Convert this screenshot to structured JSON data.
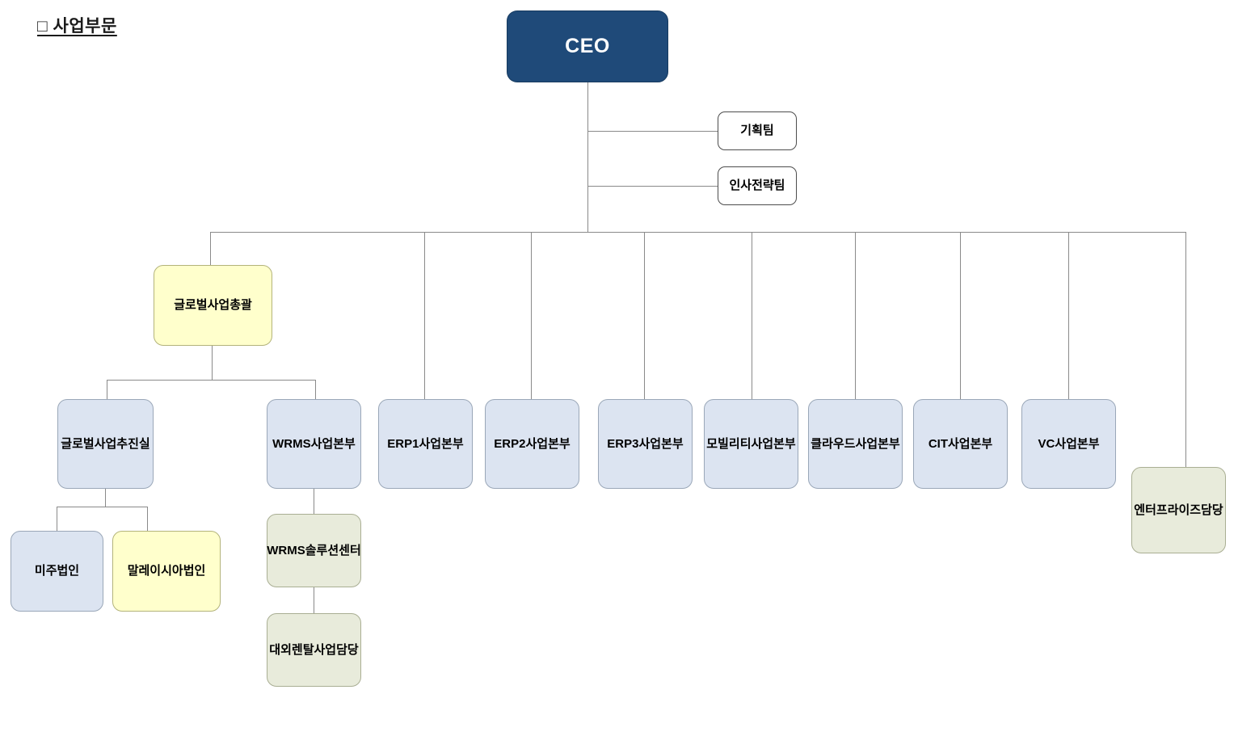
{
  "page": {
    "title": "□ 사업부문",
    "background": "#ffffff"
  },
  "colors": {
    "ceo_fill": "#1F4A79",
    "ceo_text": "#ffffff",
    "division_fill": "#DCE4F1",
    "division_border": "#9aa7b8",
    "highlight_fill": "#FFFFCC",
    "highlight_border": "#B3B37A",
    "support_fill": "#E8EBDB",
    "support_border": "#A9AE93",
    "staff_fill": "#ffffff",
    "staff_border": "#4d4d4d",
    "connector": "#8a8a8a"
  },
  "chart_data": {
    "type": "org-chart",
    "root": "CEO",
    "nodes": [
      {
        "id": "ceo",
        "label": "CEO",
        "level": 0,
        "style": "ceo"
      },
      {
        "id": "planning-team",
        "label": "기획팀",
        "level": 1,
        "style": "staff",
        "parent": "ceo"
      },
      {
        "id": "hr-strategy-team",
        "label": "인사전략팀",
        "level": 1,
        "style": "staff",
        "parent": "ceo"
      },
      {
        "id": "global-business-head",
        "label": "글로벌사업총괄",
        "level": 1,
        "style": "highlight",
        "parent": "ceo"
      },
      {
        "id": "global-business-office",
        "label": "글로벌사업추진실",
        "level": 2,
        "style": "division",
        "parent": "global-business-head"
      },
      {
        "id": "americas-corp",
        "label": "미주법인",
        "level": 3,
        "style": "division",
        "parent": "global-business-office"
      },
      {
        "id": "malaysia-corp",
        "label": "말레이시아법인",
        "level": 3,
        "style": "highlight",
        "parent": "global-business-office"
      },
      {
        "id": "wrms-division",
        "label": "WRMS사업본부",
        "level": 2,
        "style": "division",
        "parent": "global-business-head"
      },
      {
        "id": "wrms-solution-center",
        "label": "WRMS솔루션센터",
        "level": 3,
        "style": "support",
        "parent": "wrms-division"
      },
      {
        "id": "external-rental-business",
        "label": "대외렌탈사업담당",
        "level": 4,
        "style": "support",
        "parent": "wrms-solution-center"
      },
      {
        "id": "erp1-division",
        "label": "ERP1사업본부",
        "level": 2,
        "style": "division",
        "parent": "ceo"
      },
      {
        "id": "erp2-division",
        "label": "ERP2사업본부",
        "level": 2,
        "style": "division",
        "parent": "ceo"
      },
      {
        "id": "erp3-division",
        "label": "ERP3사업본부",
        "level": 2,
        "style": "division",
        "parent": "ceo"
      },
      {
        "id": "mobility-division",
        "label": "모빌리티사업본부",
        "level": 2,
        "style": "division",
        "parent": "ceo"
      },
      {
        "id": "cloud-division",
        "label": "클라우드사업본부",
        "level": 2,
        "style": "division",
        "parent": "ceo"
      },
      {
        "id": "cit-division",
        "label": "CIT사업본부",
        "level": 2,
        "style": "division",
        "parent": "ceo"
      },
      {
        "id": "vc-division",
        "label": "VC사업본부",
        "level": 2,
        "style": "division",
        "parent": "ceo"
      },
      {
        "id": "enterprise-unit",
        "label": "엔터프라이즈담당",
        "level": 2,
        "style": "support",
        "parent": "ceo"
      }
    ]
  },
  "nodes": {
    "ceo": "CEO",
    "planning_team": "기획팀",
    "hr_strategy_team": "인사전략팀",
    "global_business_head": "글로벌사업총괄",
    "global_business_office": "글로벌사업추진실",
    "americas_corp": "미주법인",
    "malaysia_corp": "말레이시아법인",
    "wrms_division": "WRMS사업본부",
    "wrms_solution_center": "WRMS솔루션센터",
    "external_rental_business": "대외렌탈사업담당",
    "erp1_division": "ERP1사업본부",
    "erp2_division": "ERP2사업본부",
    "erp3_division": "ERP3사업본부",
    "mobility_division": "모빌리티사업본부",
    "cloud_division": "클라우드사업본부",
    "cit_division": "CIT사업본부",
    "vc_division": "VC사업본부",
    "enterprise_unit": "엔터프라이즈담당"
  }
}
